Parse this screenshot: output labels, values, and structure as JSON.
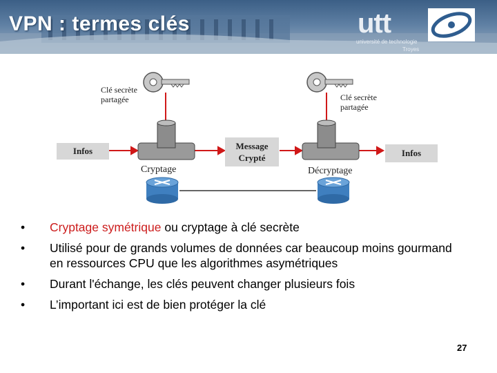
{
  "header": {
    "title": "VPN : termes clés",
    "logo_text": "utt",
    "logo_subtitle": "université de technologie",
    "logo_city": "Troyes"
  },
  "diagram": {
    "key_left_label": "Clé secrète partagée",
    "key_right_label": "Clé secrète partagée",
    "infos_left": "Infos",
    "message_label": "Message Crypté",
    "infos_right": "Infos",
    "cryptage_label": "Cryptage",
    "decryptage_label": "Décryptage"
  },
  "bullets": [
    {
      "highlight": "Cryptage symétrique",
      "rest": " ou cryptage à clé secrète"
    },
    {
      "highlight": "",
      "rest": "Utilisé pour de grands volumes de données car beaucoup moins gourmand en ressources CPU que les algorithmes asymétriques"
    },
    {
      "highlight": "",
      "rest": "Durant l'échange, les clés peuvent changer plusieurs fois"
    },
    {
      "highlight": "",
      "rest": "L’important ici est de bien protéger la clé"
    }
  ],
  "page_number": "27",
  "colors": {
    "accent_red": "#cc1c1c",
    "header_blue": "#3b5f86"
  }
}
